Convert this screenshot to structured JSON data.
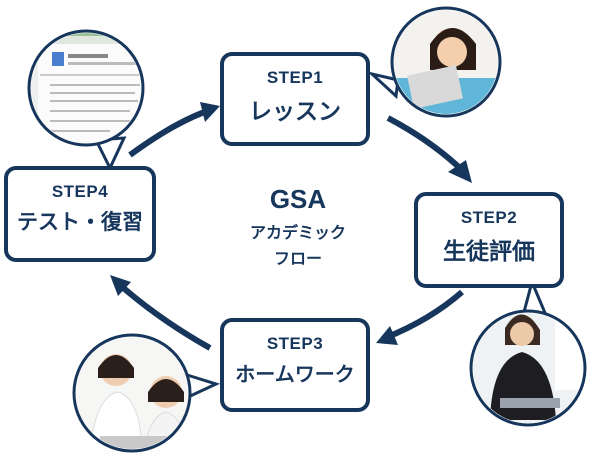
{
  "center": {
    "title": "GSA",
    "line2": "アカデミック",
    "line3": "フロー"
  },
  "steps": [
    {
      "step": "STEP1",
      "label": "レッスン"
    },
    {
      "step": "STEP2",
      "label": "生徒評価"
    },
    {
      "step": "STEP3",
      "label": "ホームワーク"
    },
    {
      "step": "STEP4",
      "label": "テスト・復習"
    }
  ],
  "colors": {
    "primary": "#17365c"
  },
  "icons": [
    "student-laptop-photo",
    "teacher-headset-photo",
    "mother-child-photo",
    "document-screen-photo"
  ]
}
